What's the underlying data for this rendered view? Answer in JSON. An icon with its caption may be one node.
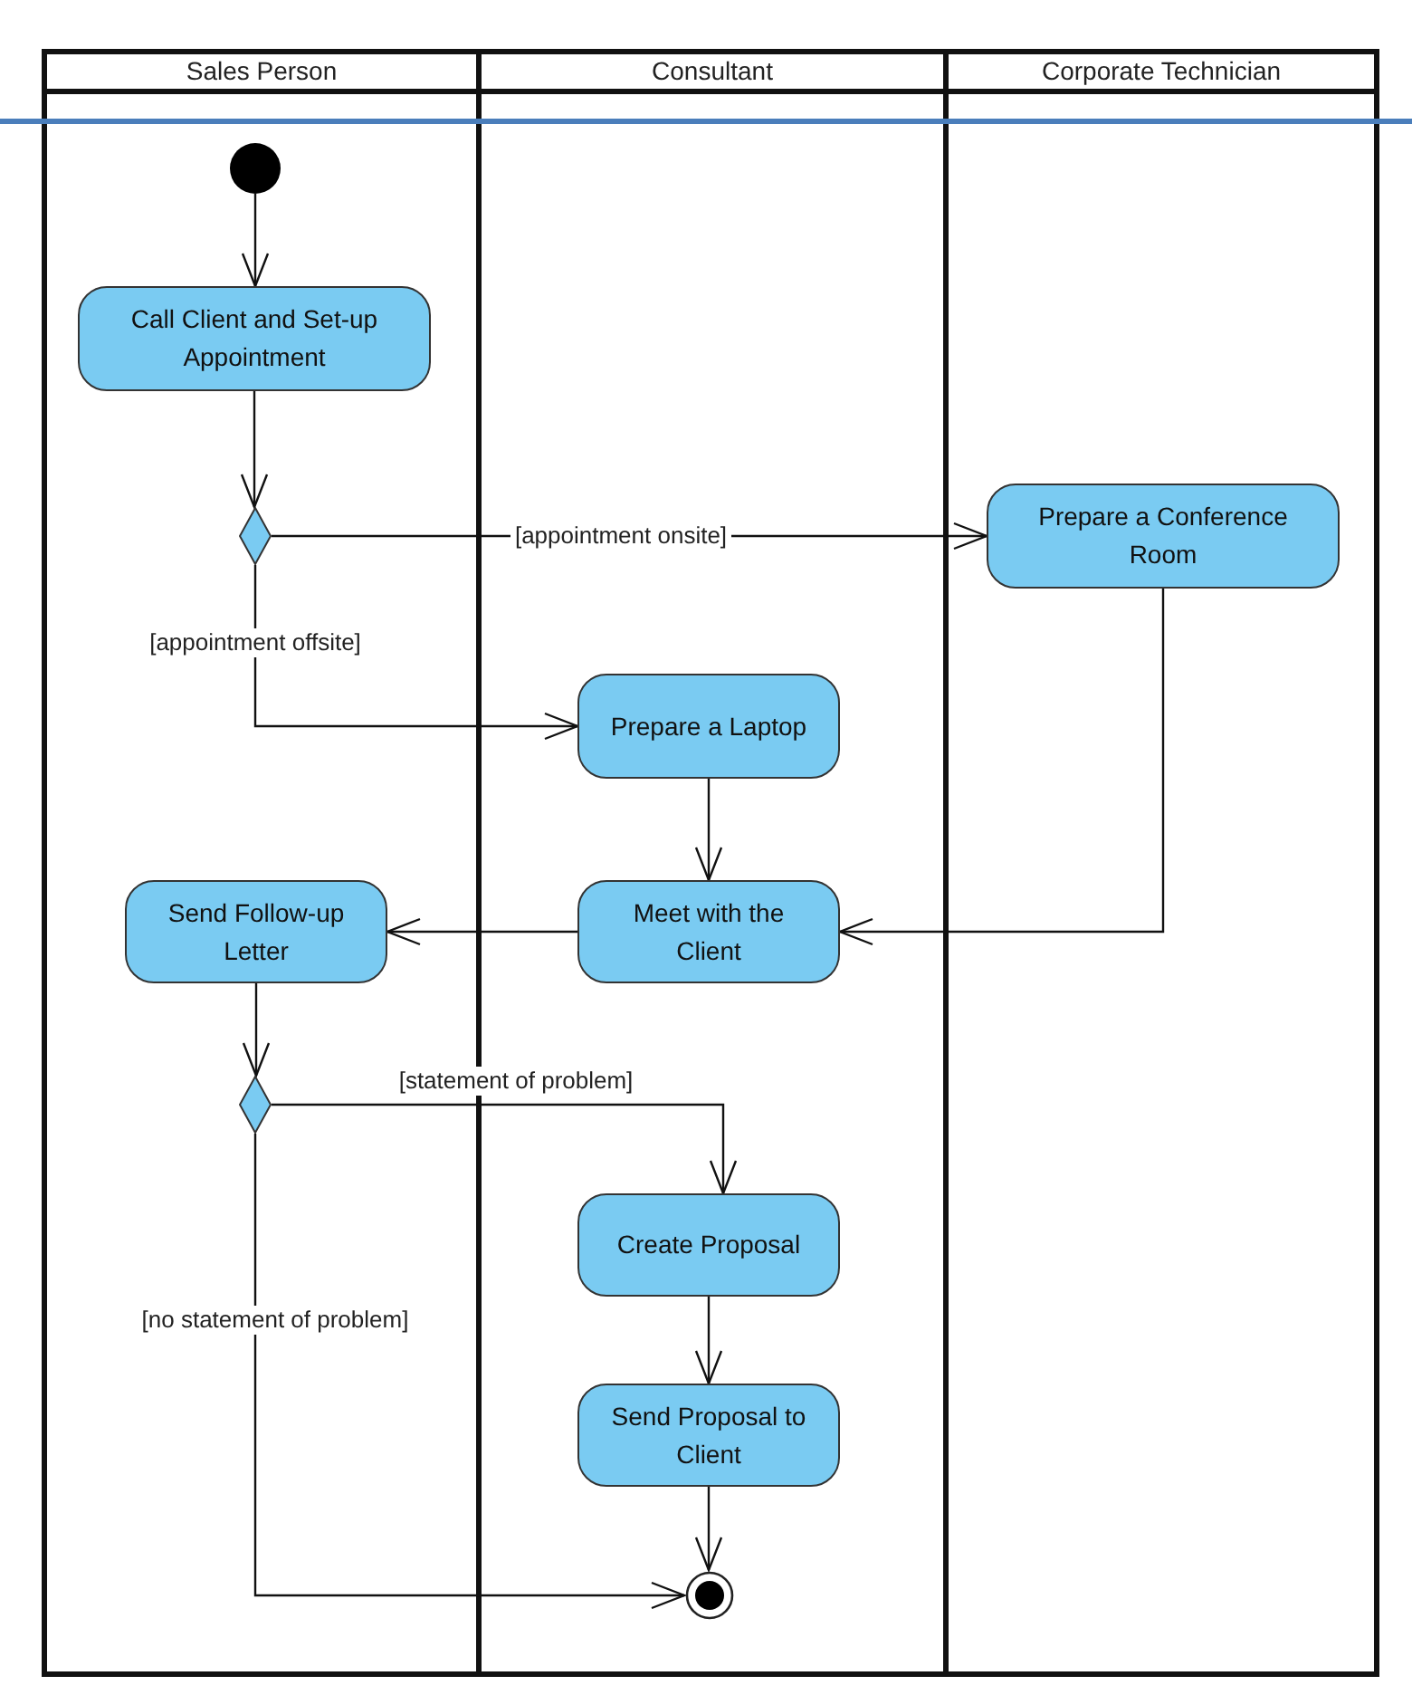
{
  "diagram": {
    "nodes": [
      {
        "text": [
          "Sales Person"
        ]
      },
      {
        "text": [
          "Consultant"
        ]
      },
      {
        "text": [
          "Corporate Technician"
        ]
      },
      {
        "text": [],
        "shape": "circle",
        "in": 0
      },
      {
        "text": [
          "Call Client and Set-up Appointment"
        ],
        "in": 0
      },
      {
        "text": [],
        "shape": "diamond",
        "in": 0
      },
      {
        "text": [
          "Prepare a Conference Room"
        ],
        "in": 2
      },
      {
        "text": [
          "Prepare a Laptop"
        ],
        "in": 1
      },
      {
        "text": [
          "Send Follow-up Letter"
        ],
        "in": 0
      },
      {
        "text": [
          "Meet with the Client"
        ],
        "in": 1
      },
      {
        "text": [],
        "shape": "diamond",
        "in": 0
      },
      {
        "text": [
          "Create Proposal"
        ],
        "in": 1
      },
      {
        "text": [
          "Send Proposal to Client"
        ],
        "in": 1
      },
      {
        "text": [],
        "shape": "circle",
        "in": 1
      }
    ],
    "edges": [
      {
        "from": 3,
        "to": 4,
        "arrow": "to"
      },
      {
        "from": 4,
        "to": 5,
        "arrow": "to"
      },
      {
        "from": 5,
        "to": 6,
        "arrow": "to",
        "label": "[appointment onsite]"
      },
      {
        "from": 5,
        "to": 7,
        "arrow": "to",
        "label": "[appointment offsite]"
      },
      {
        "from": 7,
        "to": 9,
        "arrow": "to"
      },
      {
        "from": 6,
        "to": 9,
        "arrow": "to"
      },
      {
        "from": 9,
        "to": 8,
        "arrow": "to"
      },
      {
        "from": 8,
        "to": 10,
        "arrow": "to"
      },
      {
        "from": 10,
        "to": 11,
        "arrow": "to",
        "label": "[statement of problem]"
      },
      {
        "from": 10,
        "to": 13,
        "arrow": "to",
        "label": "[no statement of problem]"
      },
      {
        "from": 11,
        "to": 12,
        "arrow": "to"
      },
      {
        "from": 12,
        "to": 13,
        "arrow": "to"
      }
    ]
  }
}
